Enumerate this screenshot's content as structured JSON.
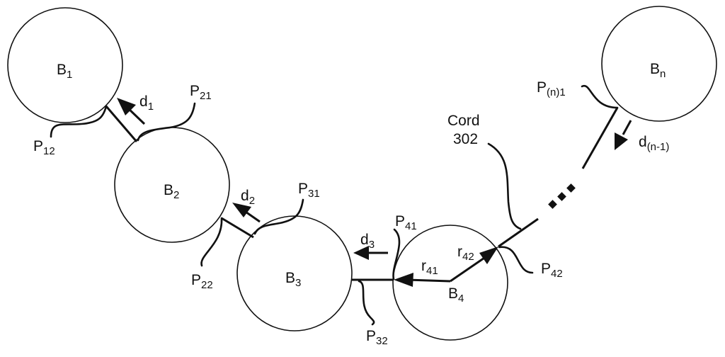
{
  "diagram": {
    "balls": [
      {
        "id": "B1",
        "base": "B",
        "sub": "1"
      },
      {
        "id": "B2",
        "base": "B",
        "sub": "2"
      },
      {
        "id": "B3",
        "base": "B",
        "sub": "3"
      },
      {
        "id": "B4",
        "base": "B",
        "sub": "4"
      },
      {
        "id": "Bn",
        "base": "B",
        "sub": "n"
      }
    ],
    "points": [
      {
        "id": "P12",
        "base": "P",
        "sub": "12"
      },
      {
        "id": "P21",
        "base": "P",
        "sub": "21"
      },
      {
        "id": "P22",
        "base": "P",
        "sub": "22"
      },
      {
        "id": "P31",
        "base": "P",
        "sub": "31"
      },
      {
        "id": "P32",
        "base": "P",
        "sub": "32"
      },
      {
        "id": "P41",
        "base": "P",
        "sub": "41"
      },
      {
        "id": "P42",
        "base": "P",
        "sub": "42"
      },
      {
        "id": "Pn1",
        "base": "P",
        "sub": "(n)1"
      }
    ],
    "directions": [
      {
        "id": "d1",
        "base": "d",
        "sub": "1"
      },
      {
        "id": "d2",
        "base": "d",
        "sub": "2"
      },
      {
        "id": "d3",
        "base": "d",
        "sub": "3"
      },
      {
        "id": "dn1",
        "base": "d",
        "sub": "(n-1)"
      }
    ],
    "radii": [
      {
        "id": "r41",
        "base": "r",
        "sub": "41"
      },
      {
        "id": "r42",
        "base": "r",
        "sub": "42"
      }
    ],
    "cord": {
      "line1": "Cord",
      "line2": "302"
    },
    "ellipsis": "…"
  }
}
